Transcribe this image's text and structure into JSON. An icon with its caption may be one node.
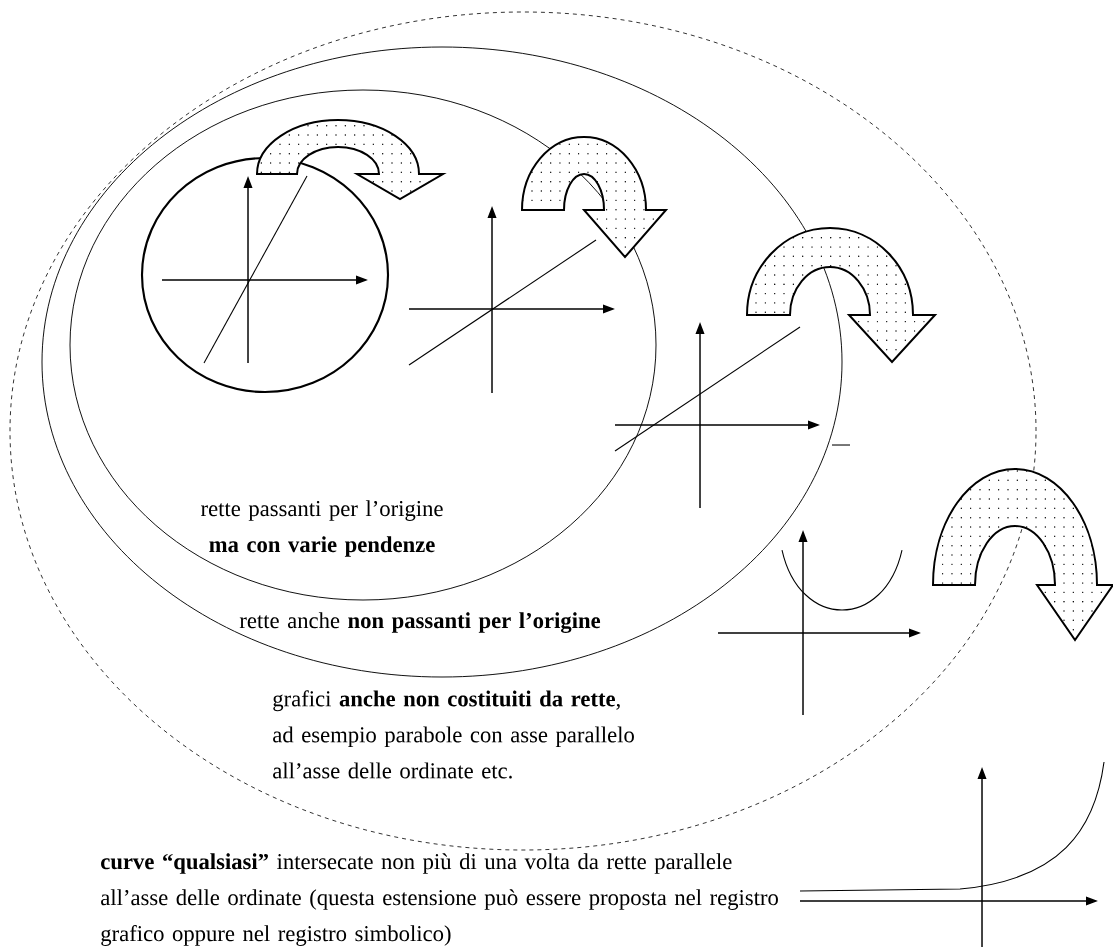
{
  "diagram": {
    "nodes": [
      {
        "text": [
          "grafici **anche non costituiti da rette**, ad esempio parabole con asse parallelo all’asse delle ordinate etc."
        ]
      },
      {
        "text": [
          "rette anche **non passanti per l’origine**"
        ],
        "in": 0
      },
      {
        "text": [
          "rette passanti per l’origine **ma con varie pendenze**"
        ],
        "in": 1
      },
      {
        "text": [],
        "shape": "circle",
        "in": 2
      }
    ],
    "labels": [
      "**curve “qualsiasi”** intersecate non più di una volta da rette parallele all’asse delle ordinate (questa estensione può essere proposta nel registro grafico oppure nel registro simbolico)"
    ]
  }
}
